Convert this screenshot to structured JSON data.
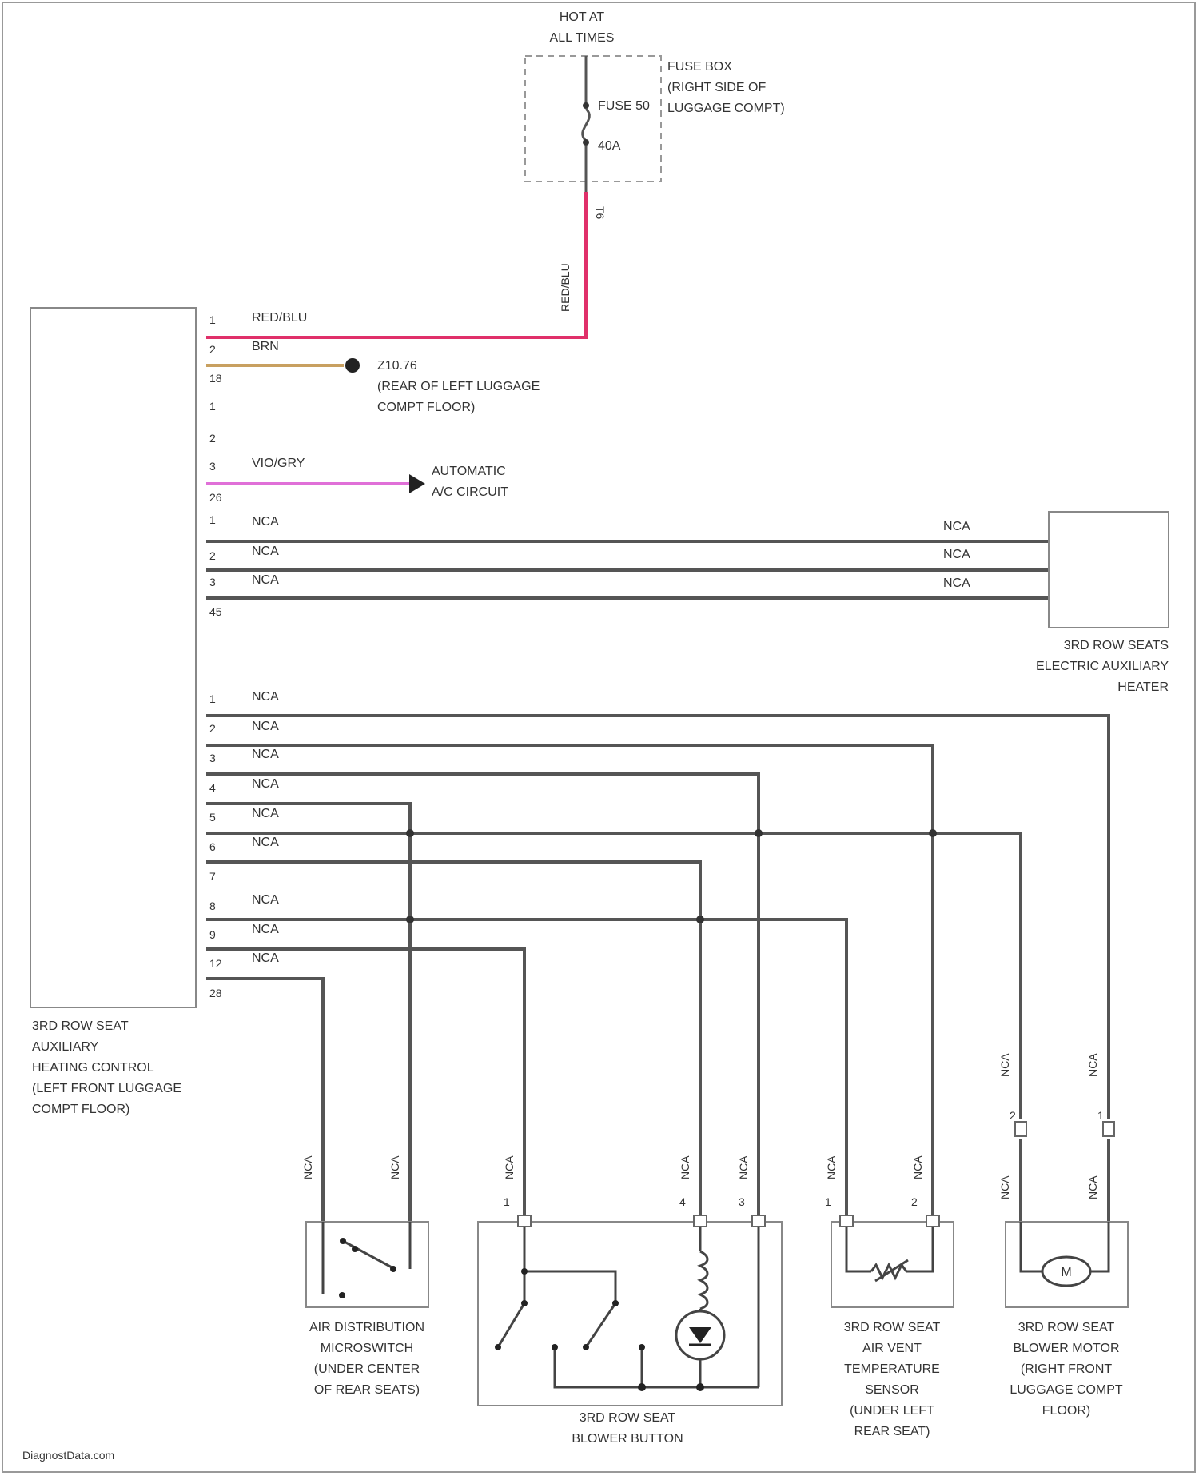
{
  "power": {
    "hot_label_line1": "HOT AT",
    "hot_label_line2": "ALL TIMES",
    "fuse_box_line1": "FUSE BOX",
    "fuse_box_line2": "(RIGHT SIDE OF",
    "fuse_box_line3": "LUGGAGE COMPT)",
    "fuse_name": "FUSE 50",
    "fuse_rating": "40A",
    "fuse_terminal": "T6",
    "feed_wire_vertical": "RED/BLU"
  },
  "control_module": {
    "name_line1": "3RD ROW SEAT",
    "name_line2": "AUXILIARY",
    "name_line3": "HEATING CONTROL",
    "name_line4": "(LEFT FRONT LUGGAGE",
    "name_line5": "COMPT FLOOR)",
    "group1": {
      "pins": [
        "1",
        "2",
        "18"
      ],
      "wire_power": "RED/BLU",
      "wire_ground": "BRN",
      "ground_label_line1": "Z10.76",
      "ground_label_line2": "(REAR OF LEFT LUGGAGE",
      "ground_label_line3": "COMPT FLOOR)"
    },
    "group2": {
      "pins": [
        "1",
        "2",
        "3",
        "26"
      ],
      "wire": "VIO/GRY",
      "dest_line1": "AUTOMATIC",
      "dest_line2": "A/C CIRCUIT"
    },
    "group3": {
      "pins": [
        "1",
        "2",
        "3",
        "45"
      ],
      "wire_left": [
        "NCA",
        "NCA",
        "NCA"
      ],
      "wire_right": [
        "NCA",
        "NCA",
        "NCA"
      ]
    },
    "group4": {
      "pins": [
        "1",
        "2",
        "3",
        "4",
        "5",
        "6",
        "7",
        "8",
        "9",
        "12",
        "28"
      ],
      "wires": [
        "NCA",
        "NCA",
        "NCA",
        "NCA",
        "NCA",
        "NCA",
        "NCA",
        "NCA",
        "NCA"
      ]
    }
  },
  "heater": {
    "name_line1": "3RD ROW SEATS",
    "name_line2": "ELECTRIC AUXILIARY",
    "name_line3": "HEATER"
  },
  "components": {
    "microswitch": {
      "name_line1": "AIR DISTRIBUTION",
      "name_line2": "MICROSWITCH",
      "name_line3": "(UNDER CENTER",
      "name_line4": "OF REAR SEATS)",
      "wire_labels": [
        "NCA",
        "NCA"
      ]
    },
    "blower_button": {
      "name_line1": "3RD ROW SEAT",
      "name_line2": "BLOWER BUTTON",
      "wire_labels": [
        "NCA",
        "NCA",
        "NCA"
      ],
      "pin_labels": [
        "1",
        "4",
        "3"
      ]
    },
    "temp_sensor": {
      "name_line1": "3RD ROW SEAT",
      "name_line2": "AIR VENT",
      "name_line3": "TEMPERATURE",
      "name_line4": "SENSOR",
      "name_line5": "(UNDER LEFT",
      "name_line6": "REAR SEAT)",
      "wire_labels": [
        "NCA",
        "NCA"
      ],
      "pin_labels": [
        "1",
        "2"
      ]
    },
    "blower_motor": {
      "name_line1": "3RD ROW SEAT",
      "name_line2": "BLOWER MOTOR",
      "name_line3": "(RIGHT FRONT",
      "name_line4": "LUGGAGE COMPT",
      "name_line5": "FLOOR)",
      "upper_wire_labels": [
        "NCA",
        "NCA"
      ],
      "lower_wire_labels": [
        "NCA",
        "NCA"
      ],
      "pin_labels": [
        "2",
        "1"
      ],
      "motor_symbol": "M"
    }
  },
  "watermark": "DiagnostData.com",
  "colors": {
    "red_blu": "#e0306a",
    "brn": "#c8a060",
    "vio_gry": "#e070d8",
    "wire": "#555555",
    "box": "#777777"
  }
}
